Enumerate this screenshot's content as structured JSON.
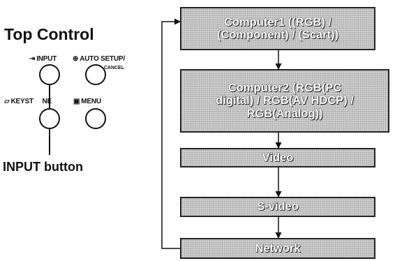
{
  "panel": {
    "title": "Top Control",
    "buttons": {
      "input": "INPUT",
      "auto_setup": "AUTO SETUP/",
      "cancel": "CANCEL",
      "keystone": "KEYST",
      "keystone_hidden": "NE",
      "menu": "MENU"
    },
    "pointer_label": "INPUT button"
  },
  "sequence": [
    {
      "label": "Computer1 ((RGB) /\n(Component) / (Scart))"
    },
    {
      "label": "Computer2 (RGB(PC\ndigital) / RGB(AV HDCP) /\nRGB(Analog))"
    },
    {
      "label": "Video"
    },
    {
      "label": "S-video"
    },
    {
      "label": "Network"
    }
  ],
  "icons": [
    "input-icon",
    "auto-setup-icon",
    "keystone-icon",
    "menu-icon",
    "cancel-arrow-icon"
  ]
}
